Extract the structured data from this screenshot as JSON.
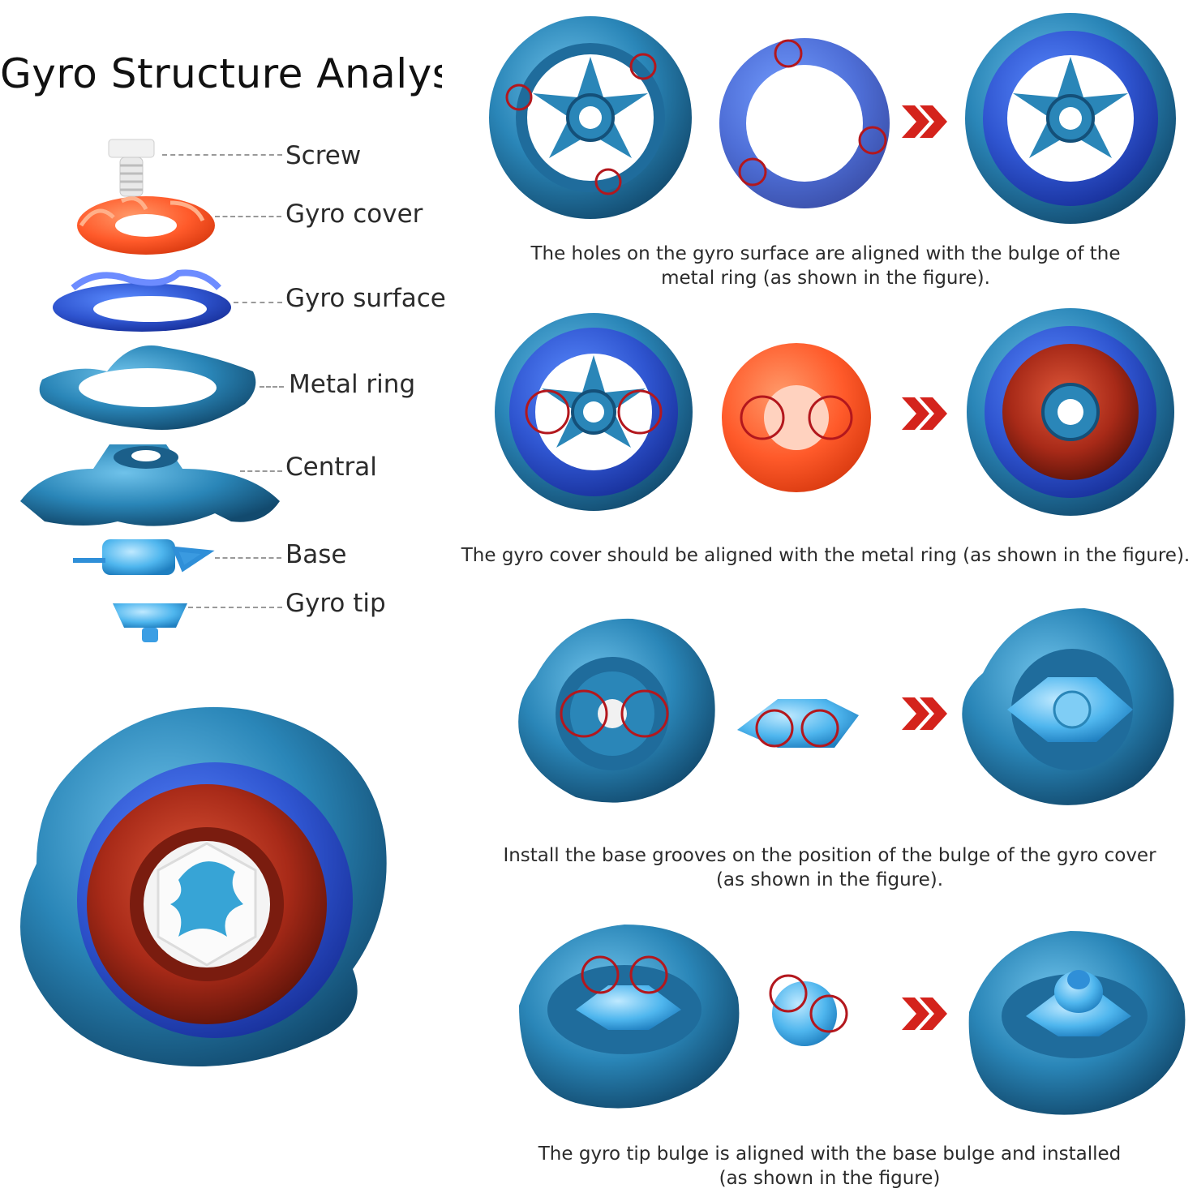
{
  "title": "Gyro Structure Analysi",
  "colors": {
    "metal_blue": "#2a86b8",
    "metal_blue_dark": "#17557d",
    "translucent_blue": "#2f63d9",
    "cover_orange": "#ff5a2a",
    "red_translucent": "#b8351f",
    "marker_red": "#b3171d",
    "arrow_red": "#d4231c"
  },
  "parts": [
    {
      "label": "Screw",
      "icon": "screw-icon"
    },
    {
      "label": "Gyro cover",
      "icon": "gyro-cover-icon"
    },
    {
      "label": "Gyro surface",
      "icon": "gyro-surface-icon"
    },
    {
      "label": "Metal ring",
      "icon": "metal-ring-icon"
    },
    {
      "label": "Central",
      "icon": "central-icon"
    },
    {
      "label": "Base",
      "icon": "base-icon"
    },
    {
      "label": "Gyro tip",
      "icon": "gyro-tip-icon"
    }
  ],
  "steps": [
    {
      "caption": [
        "The holes on the gyro surface are aligned with the bulge of the",
        "metal ring (as shown in the figure)."
      ],
      "arrow_icon": "double-chevron-right-icon"
    },
    {
      "caption": [
        "The gyro cover should be aligned with the metal ring (as shown in the figure)."
      ],
      "arrow_icon": "double-chevron-right-icon"
    },
    {
      "caption": [
        "Install the base grooves on the position of the bulge of the gyro cover",
        "(as shown in the figure)."
      ],
      "arrow_icon": "double-chevron-right-icon"
    },
    {
      "caption": [
        "The gyro tip bulge is aligned with the base bulge and installed",
        "(as shown in the figure)"
      ],
      "arrow_icon": "double-chevron-right-icon"
    }
  ]
}
